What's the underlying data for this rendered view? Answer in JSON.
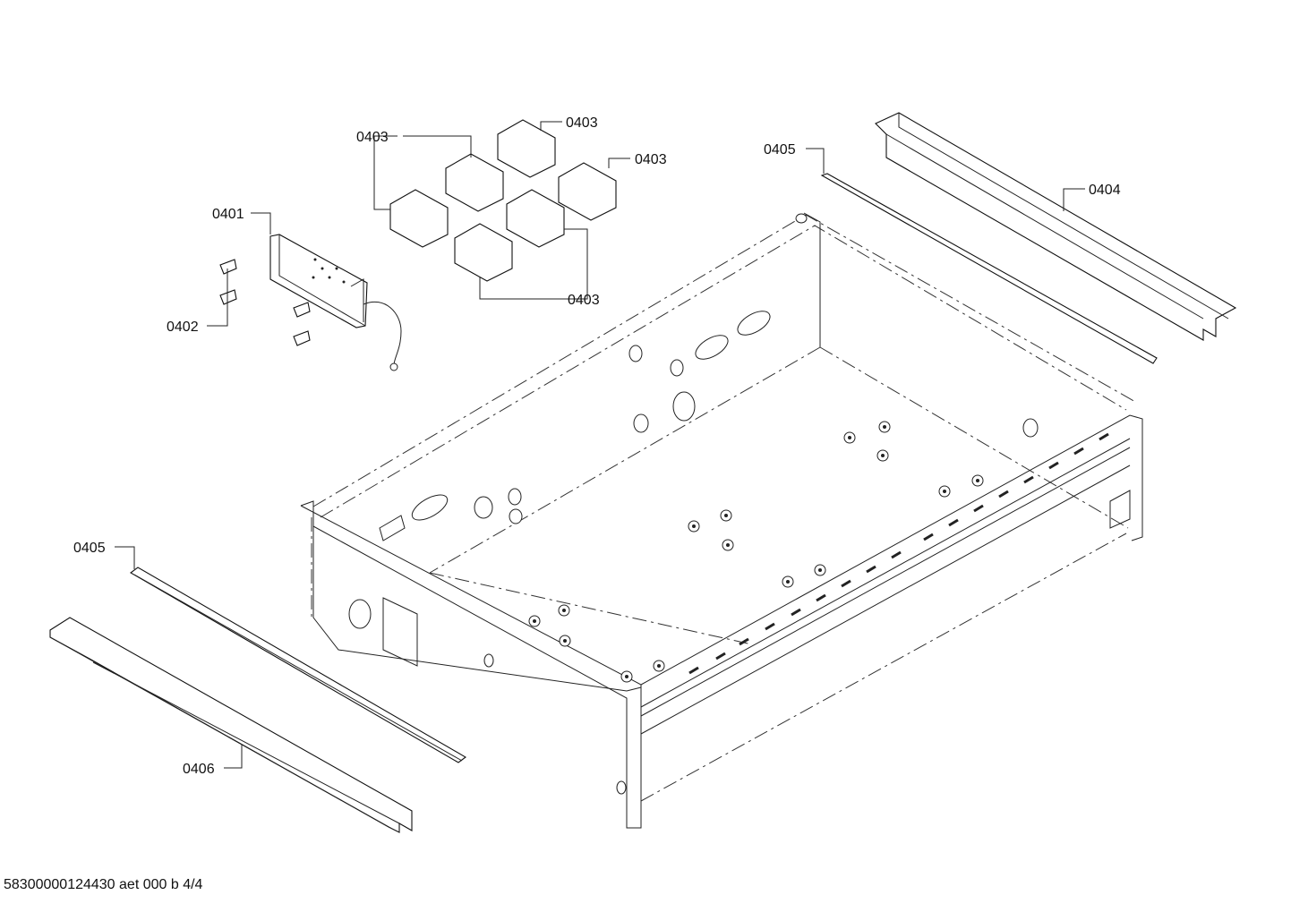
{
  "labels": {
    "p0401": "0401",
    "p0402": "0402",
    "p0403_a": "0403",
    "p0403_b": "0403",
    "p0403_c": "0403",
    "p0403_d": "0403",
    "p0404": "0404",
    "p0405_top": "0405",
    "p0405_bottom": "0405",
    "p0406": "0406"
  },
  "footer": {
    "doc_id": "58300000124430 aet 000 b 4/4"
  }
}
